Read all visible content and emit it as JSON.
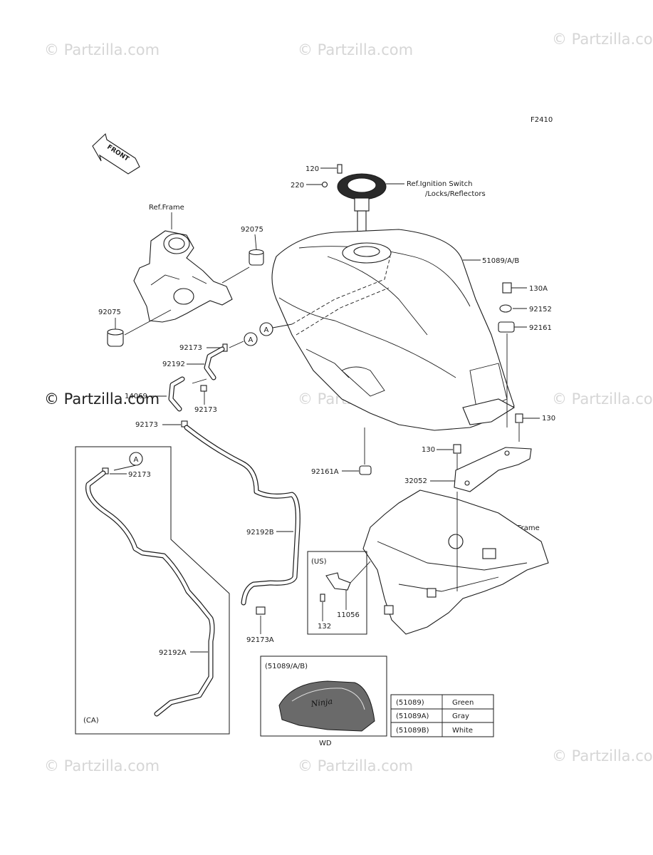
{
  "diagram_code": "F2410",
  "watermark": "© Partzilla.com",
  "front_arrow_label": "FRONT",
  "ref_labels": {
    "frame_top": "Ref.Frame",
    "frame_right": "Ref.Frame",
    "ignition_line1": "Ref.Ignition Switch",
    "ignition_line2": "/Locks/Reflectors"
  },
  "callout_marker": "A",
  "parts": {
    "p120": "120",
    "p220": "220",
    "p51089": "51089/A/B",
    "p92075_top": "92075",
    "p92075_left": "92075",
    "p130A": "130A",
    "p92152": "92152",
    "p92161": "92161",
    "p92173_a": "92173",
    "p92192": "92192",
    "p14069": "14069",
    "p92173_b": "92173",
    "p92173_c": "92173",
    "p130_right": "130",
    "p130_mid": "130",
    "p92161A": "92161A",
    "p32052": "32052",
    "p92173_ca": "92173",
    "p92192B": "92192B",
    "p92173A": "92173A",
    "p11056": "11056",
    "p132": "132",
    "p92192A": "92192A"
  },
  "inset_us": {
    "label": "(US)"
  },
  "inset_ca": {
    "label": "(CA)"
  },
  "inset_tank": {
    "label": "(51089/A/B)",
    "caption": "WD"
  },
  "color_table": [
    {
      "part": "(51089)",
      "color": "Green"
    },
    {
      "part": "(51089A)",
      "color": "Gray"
    },
    {
      "part": "(51089B)",
      "color": "White"
    }
  ]
}
